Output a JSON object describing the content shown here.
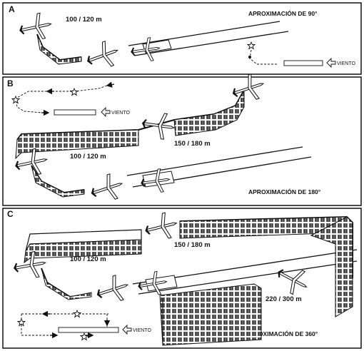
{
  "panels": [
    {
      "letter": "A",
      "title": "APROXIMACIÓN DE 90°",
      "distances": [
        "100 / 120 m"
      ],
      "wind_label": "VIENTO"
    },
    {
      "letter": "B",
      "title": "APROXIMACIÓN DE 180°",
      "distances": [
        "100 / 120 m",
        "150 / 180 m"
      ],
      "wind_label": "VIENTO"
    },
    {
      "letter": "C",
      "title": "APROXIMACIÓN DE 360°",
      "distances": [
        "100 / 120 m",
        "150 / 180 m",
        "220 / 300 m"
      ],
      "wind_label": "VIENTO"
    }
  ],
  "colors": {
    "ink": "#111111",
    "paper": "#ffffff",
    "wall_fill": "#555555"
  },
  "icons": [
    "airplane-icon",
    "star-icon",
    "arrow-icon",
    "wind-arrow-icon",
    "runway"
  ]
}
